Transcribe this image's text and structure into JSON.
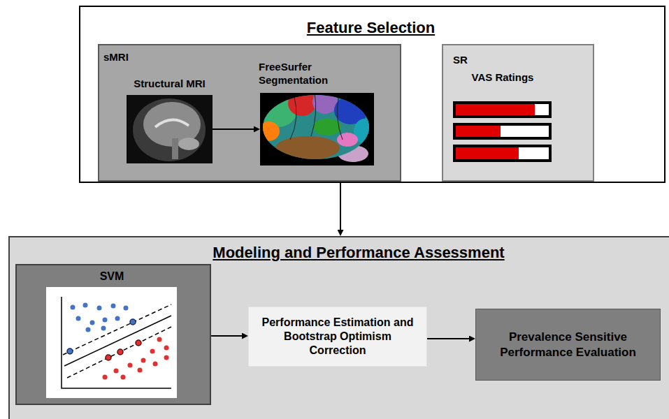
{
  "diagram": {
    "nodes": [
      {
        "text": [
          "Feature Selection"
        ]
      },
      {
        "text": [
          "sMRI"
        ],
        "in": 0
      },
      {
        "text": [
          "Structural MRI"
        ],
        "in": 1
      },
      {
        "text": [
          "FreeSurfer Segmentation"
        ],
        "in": 1
      },
      {
        "text": [
          "SR"
        ],
        "in": 0
      },
      {
        "text": [
          "VAS Ratings"
        ],
        "in": 4
      },
      {
        "text": [
          "Modeling and Performance Assessment"
        ]
      },
      {
        "text": [
          "SVM"
        ],
        "in": 6
      },
      {
        "text": [
          "Performance Estimation and Bootstrap Optimism Correction"
        ],
        "in": 6
      },
      {
        "text": [
          "Prevalence Sensitive Performance Evaluation"
        ],
        "in": 6
      }
    ],
    "edges": [
      {
        "from": 2,
        "to": 3,
        "arrow": "to"
      },
      {
        "from": 0,
        "to": 6,
        "arrow": "to"
      },
      {
        "from": 7,
        "to": 8,
        "arrow": "to"
      },
      {
        "from": 8,
        "to": 9,
        "arrow": "to"
      }
    ]
  }
}
